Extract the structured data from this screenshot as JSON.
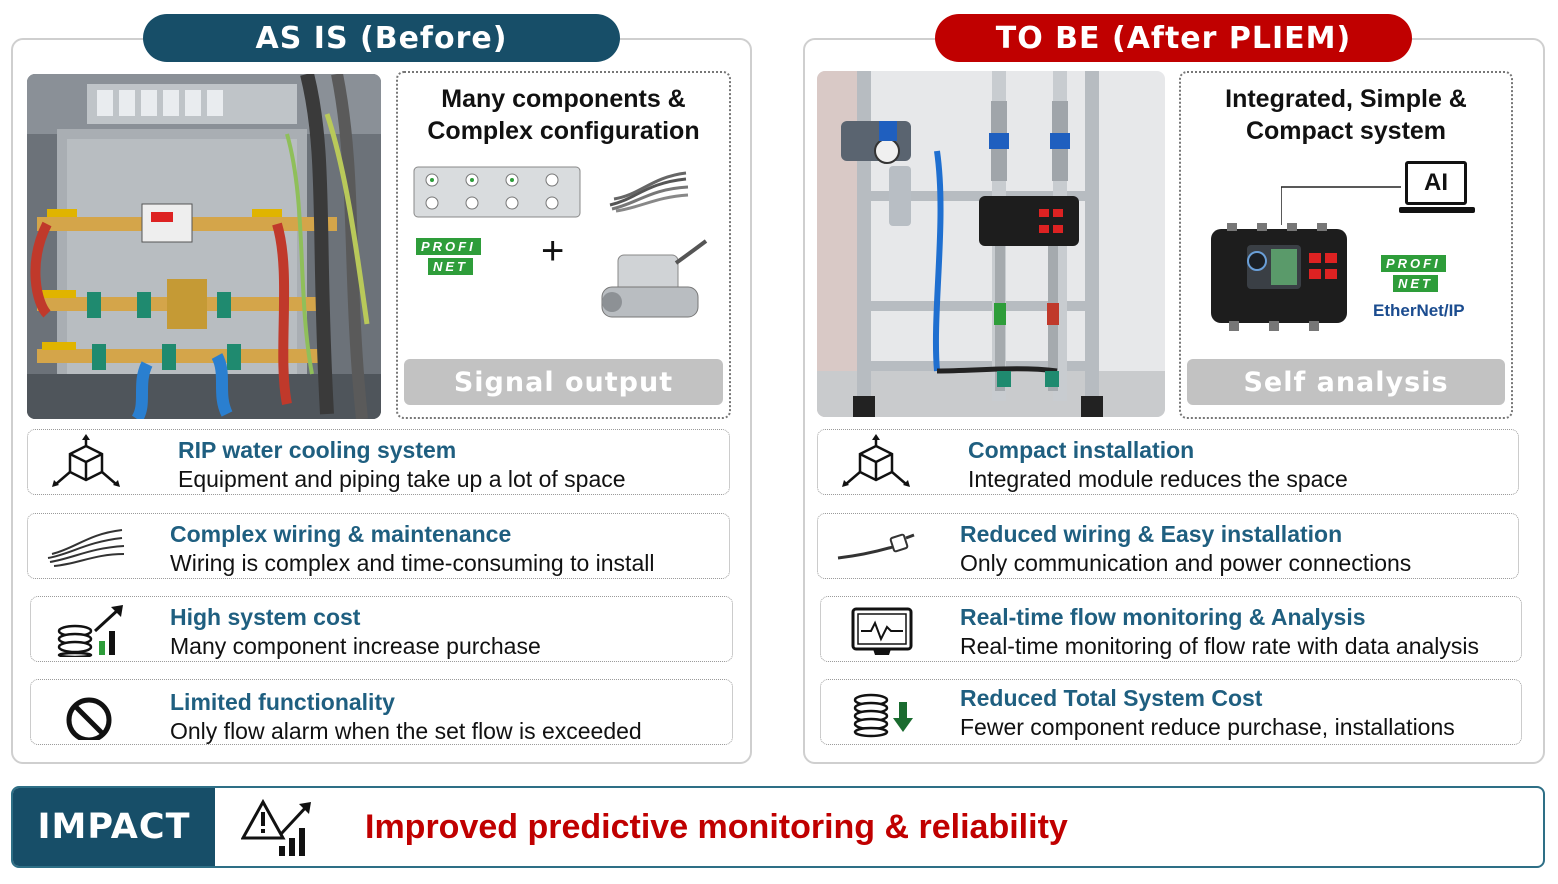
{
  "before": {
    "title": "AS IS (Before)",
    "box_heading_line1": "Many components &",
    "box_heading_line2": "Complex configuration",
    "plus": "+",
    "button": "Signal output",
    "features": [
      {
        "title": "RIP water cooling system",
        "desc": "Equipment and piping take up a lot of space",
        "icon": "cube-axes-icon"
      },
      {
        "title": "Complex wiring & maintenance",
        "desc": "Wiring is complex and time-consuming to install",
        "icon": "cable-bundle-icon"
      },
      {
        "title": "High system cost",
        "desc": "Many component increase purchase",
        "icon": "coins-rising-icon"
      },
      {
        "title": "Limited functionality",
        "desc": "Only flow alarm when the set flow is exceeded",
        "icon": "prohibited-icon"
      }
    ]
  },
  "after": {
    "title": "TO BE (After PLIEM)",
    "box_heading_line1": "Integrated, Simple &",
    "box_heading_line2": "Compact system",
    "ai_label": "AI",
    "ethernet_label": "EtherNet/IP",
    "button": "Self analysis",
    "features": [
      {
        "title": "Compact installation",
        "desc": "Integrated module reduces the space",
        "icon": "cube-axes-icon"
      },
      {
        "title": "Reduced wiring & Easy installation",
        "desc": "Only communication and power connections",
        "icon": "single-cable-icon"
      },
      {
        "title": "Real-time flow monitoring & Analysis",
        "desc": "Real-time monitoring of flow rate with data analysis",
        "icon": "monitor-pulse-icon"
      },
      {
        "title": "Reduced Total System Cost",
        "desc": "Fewer component reduce purchase, installations",
        "icon": "coins-down-icon"
      }
    ]
  },
  "profinet_logo": {
    "line1": "PROFI",
    "line2": "NET"
  },
  "impact": {
    "label": "IMPACT",
    "message": "Improved predictive monitoring & reliability",
    "icon": "warning-chart-icon"
  },
  "colors": {
    "navy": "#174e68",
    "red": "#c00000",
    "title_blue": "#1f5f80",
    "profinet_green": "#2e9d3a"
  }
}
